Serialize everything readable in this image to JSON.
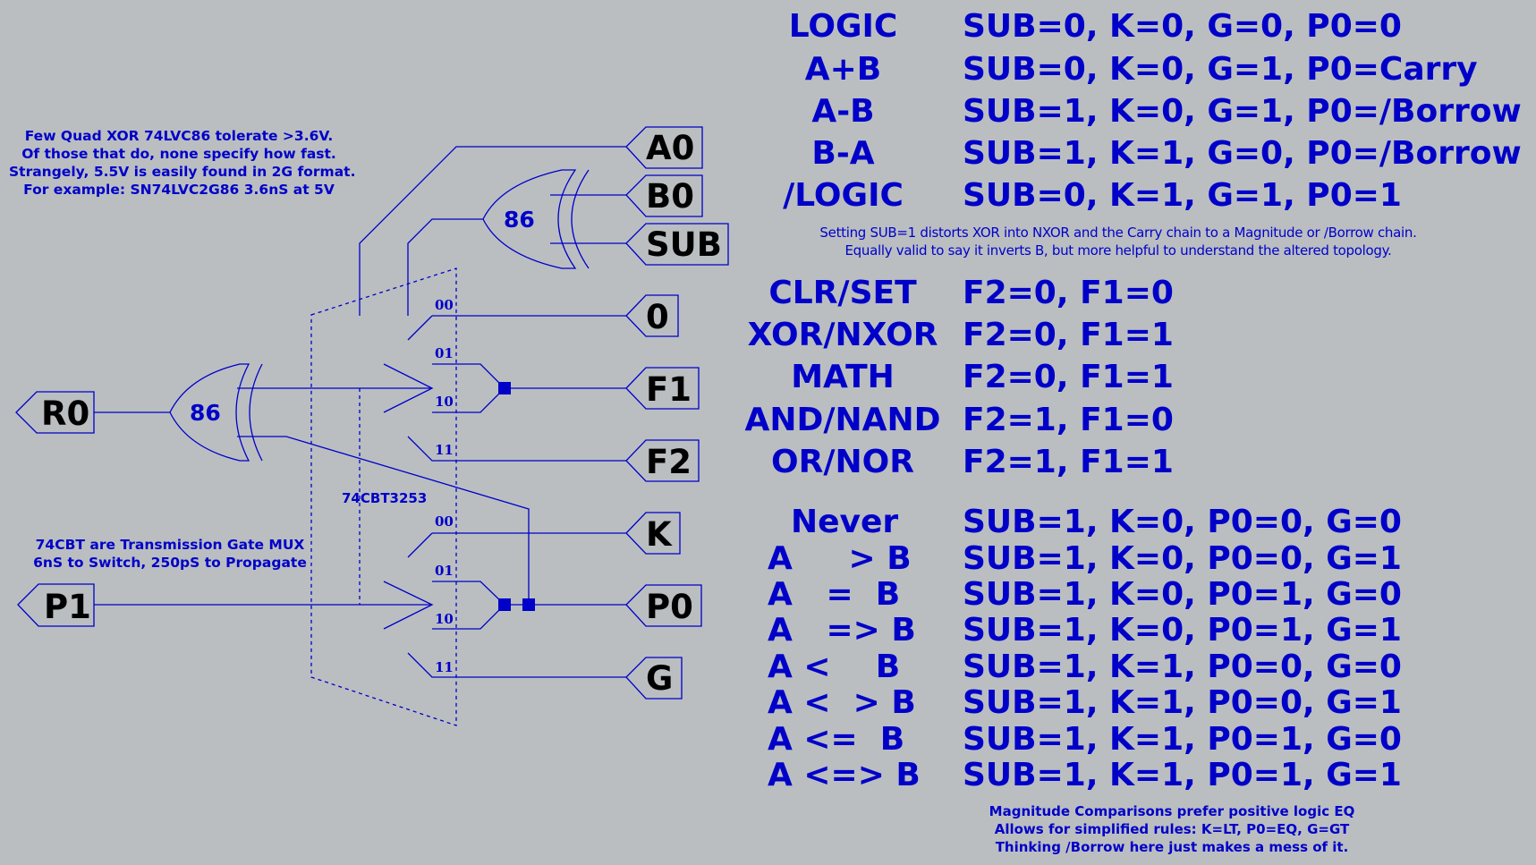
{
  "schematic": {
    "flags": {
      "a0": "A0",
      "b0": "B0",
      "sub": "SUB",
      "zero": "0",
      "f1": "F1",
      "f2": "F2",
      "k": "K",
      "p0": "P0",
      "g": "G",
      "r0": "R0",
      "p1": "P1"
    },
    "gates": {
      "top_xor": "86",
      "bottom_xor": "86"
    },
    "mux": {
      "chip_label": "74CBT3253",
      "upper_pins": [
        "00",
        "01",
        "10",
        "11"
      ],
      "lower_pins": [
        "00",
        "01",
        "10",
        "11"
      ]
    },
    "notes": {
      "xor_note": [
        "Few Quad XOR 74LVC86 tolerate >3.6V.",
        "Of those that do, none specify how fast.",
        "Strangely, 5.5V is easily found in 2G format.",
        "For example: SN74LVC2G86 3.6nS at 5V"
      ],
      "mux_note": [
        "74CBT are Transmission Gate MUX",
        "6nS to Switch, 250pS to Propagate"
      ]
    },
    "colors": {
      "wire": "#0000c8",
      "background": "#babec1",
      "flag_text": "#000000"
    }
  },
  "modes_table": {
    "rows": [
      {
        "mode": "LOGIC",
        "setting": "SUB=0, K=0, G=0, P0=0"
      },
      {
        "mode": "A+B",
        "setting": "SUB=0, K=0, G=1, P0=Carry"
      },
      {
        "mode": "A-B",
        "setting": "SUB=1, K=0, G=1, P0=/Borrow"
      },
      {
        "mode": "B-A",
        "setting": "SUB=1, K=1, G=0, P0=/Borrow"
      },
      {
        "mode": "/LOGIC",
        "setting": "SUB=0, K=1, G=1, P0=1"
      }
    ],
    "note": [
      "Setting SUB=1 distorts XOR into NXOR and the Carry chain to a Magnitude or /Borrow chain.",
      "Equally valid to say it inverts B, but more helpful to understand the altered topology."
    ]
  },
  "function_table": {
    "rows": [
      {
        "mode": "CLR/SET",
        "setting": "F2=0, F1=0"
      },
      {
        "mode": "XOR/NXOR",
        "setting": "F2=0, F1=1"
      },
      {
        "mode": "MATH",
        "setting": "F2=0, F1=1"
      },
      {
        "mode": "AND/NAND",
        "setting": "F2=1, F1=0"
      },
      {
        "mode": "OR/NOR",
        "setting": "F2=1, F1=1"
      }
    ]
  },
  "compare_table": {
    "rows": [
      {
        "mode": "Never",
        "setting": "SUB=1, K=0, P0=0, G=0"
      },
      {
        "mode": "A     > B",
        "setting": "SUB=1, K=0, P0=0, G=1"
      },
      {
        "mode": "A   =  B",
        "setting": "SUB=1, K=0, P0=1, G=0"
      },
      {
        "mode": "A   => B",
        "setting": "SUB=1, K=0, P0=1, G=1"
      },
      {
        "mode": "A <    B",
        "setting": "SUB=1, K=1, P0=0, G=0"
      },
      {
        "mode": "A <  > B",
        "setting": "SUB=1, K=1, P0=0, G=1"
      },
      {
        "mode": "A <=  B",
        "setting": "SUB=1, K=1, P0=1, G=0"
      },
      {
        "mode": "A <=> B",
        "setting": "SUB=1, K=1, P0=1, G=1"
      }
    ],
    "note": [
      "Magnitude Comparisons prefer positive logic EQ",
      "Allows for simplified rules: K=LT, P0=EQ, G=GT",
      "Thinking /Borrow here just makes a mess of it."
    ]
  }
}
